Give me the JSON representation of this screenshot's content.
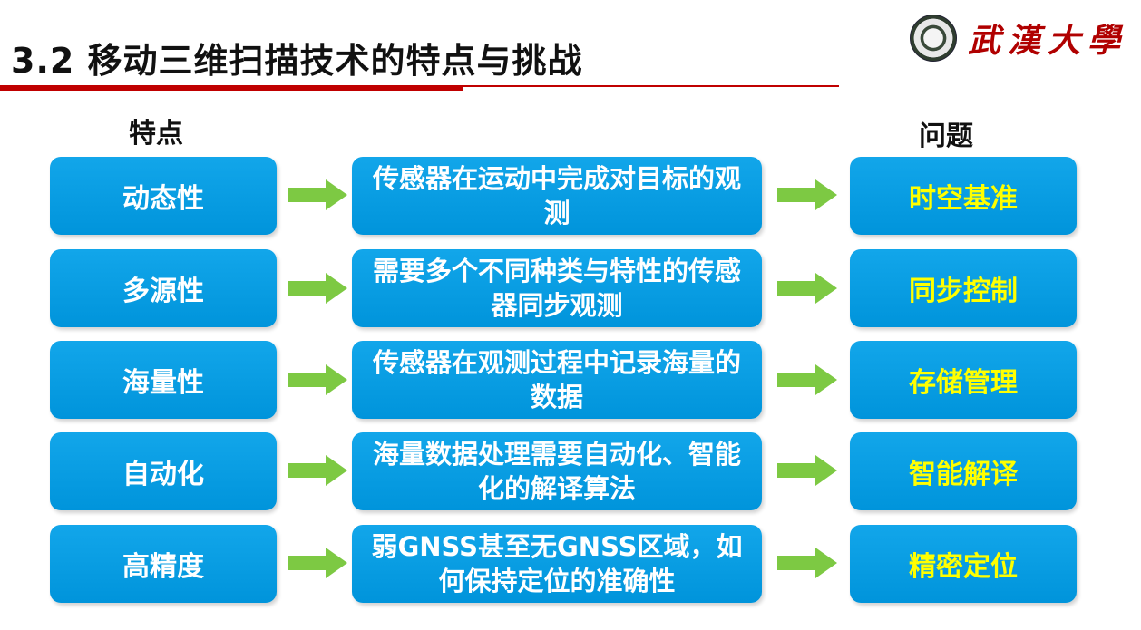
{
  "slide": {
    "title": "3.2 移动三维扫描技术的特点与挑战",
    "logo_text": "武漢大學"
  },
  "headers": {
    "features": "特点",
    "problems": "问题"
  },
  "colors": {
    "box_blue": "#0a9de3",
    "problem_text": "#ffff00",
    "arrow_green": "#7dc943",
    "title_rule": "#c00000"
  },
  "rows": [
    {
      "feature": "动态性",
      "description": "传感器在运动中完成对目标的观测",
      "problem": "时空基准"
    },
    {
      "feature": "多源性",
      "description": "需要多个不同种类与特性的传感器同步观测",
      "problem": "同步控制"
    },
    {
      "feature": "海量性",
      "description": "传感器在观测过程中记录海量的数据",
      "problem": "存储管理"
    },
    {
      "feature": "自动化",
      "description": "海量数据处理需要自动化、智能化的解译算法",
      "problem": "智能解译"
    },
    {
      "feature": "高精度",
      "description": "弱GNSS甚至无GNSS区域，如何保持定位的准确性",
      "problem": "精密定位"
    }
  ]
}
